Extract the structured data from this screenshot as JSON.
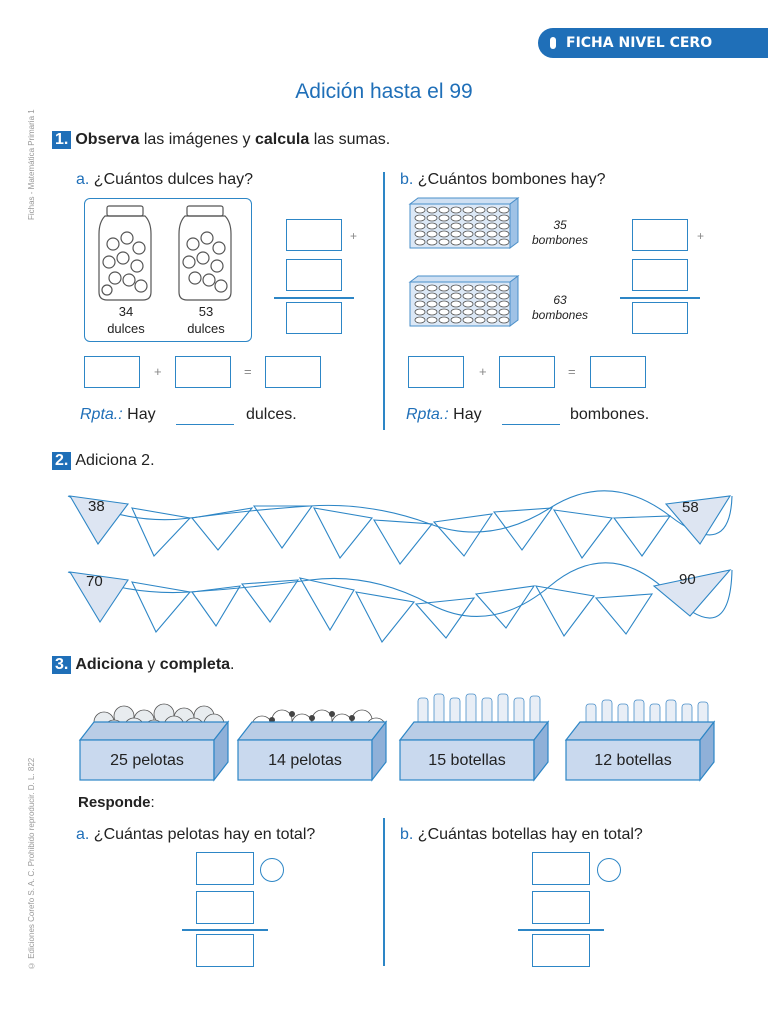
{
  "header": {
    "label": "FICHA NIVEL CERO"
  },
  "side": {
    "top": "Fichas - Matemática Primaria 1",
    "bottom": "© Ediciones Corefo S. A. C. Prohibido reproducir. D. L. 822"
  },
  "title": "Adición hasta el 99",
  "ex1": {
    "number": "1.",
    "bold1": "Observa",
    "text1": " las imágenes y ",
    "bold2": "calcula",
    "text2": " las sumas.",
    "a": {
      "letter": "a.",
      "question": " ¿Cuántos dulces hay?",
      "jar1_count": "34",
      "jar1_unit": "dulces",
      "jar2_count": "53",
      "jar2_unit": "dulces",
      "plus": "+",
      "equals": "=",
      "rpta": "Rpta.:",
      "hay": "Hay",
      "unit": "dulces."
    },
    "b": {
      "letter": "b.",
      "question": " ¿Cuántos bombones hay?",
      "box1_count": "35",
      "box1_unit": "bombones",
      "box2_count": "63",
      "box2_unit": "bombones",
      "plus": "+",
      "equals": "=",
      "rpta": "Rpta.:",
      "hay": "Hay",
      "unit": "bombones."
    }
  },
  "ex2": {
    "number": "2.",
    "text": "Adiciona 2.",
    "row1_start": "38",
    "row1_end": "58",
    "row2_start": "70",
    "row2_end": "90"
  },
  "ex3": {
    "number": "3.",
    "bold1": "Adiciona",
    "text1": " y ",
    "bold2": "completa",
    "text2": ".",
    "boxes": [
      "25 pelotas",
      "14 pelotas",
      "15 botellas",
      "12 botellas"
    ],
    "responde": "Responde",
    "colon": ":",
    "a": {
      "letter": "a.",
      "question": " ¿Cuántas pelotas hay en total?"
    },
    "b": {
      "letter": "b.",
      "question": " ¿Cuántas botellas hay en total?"
    }
  },
  "colors": {
    "accent": "#1f6fb8",
    "box_border": "#2d86c6",
    "flag_fill": "#dde5f2"
  }
}
